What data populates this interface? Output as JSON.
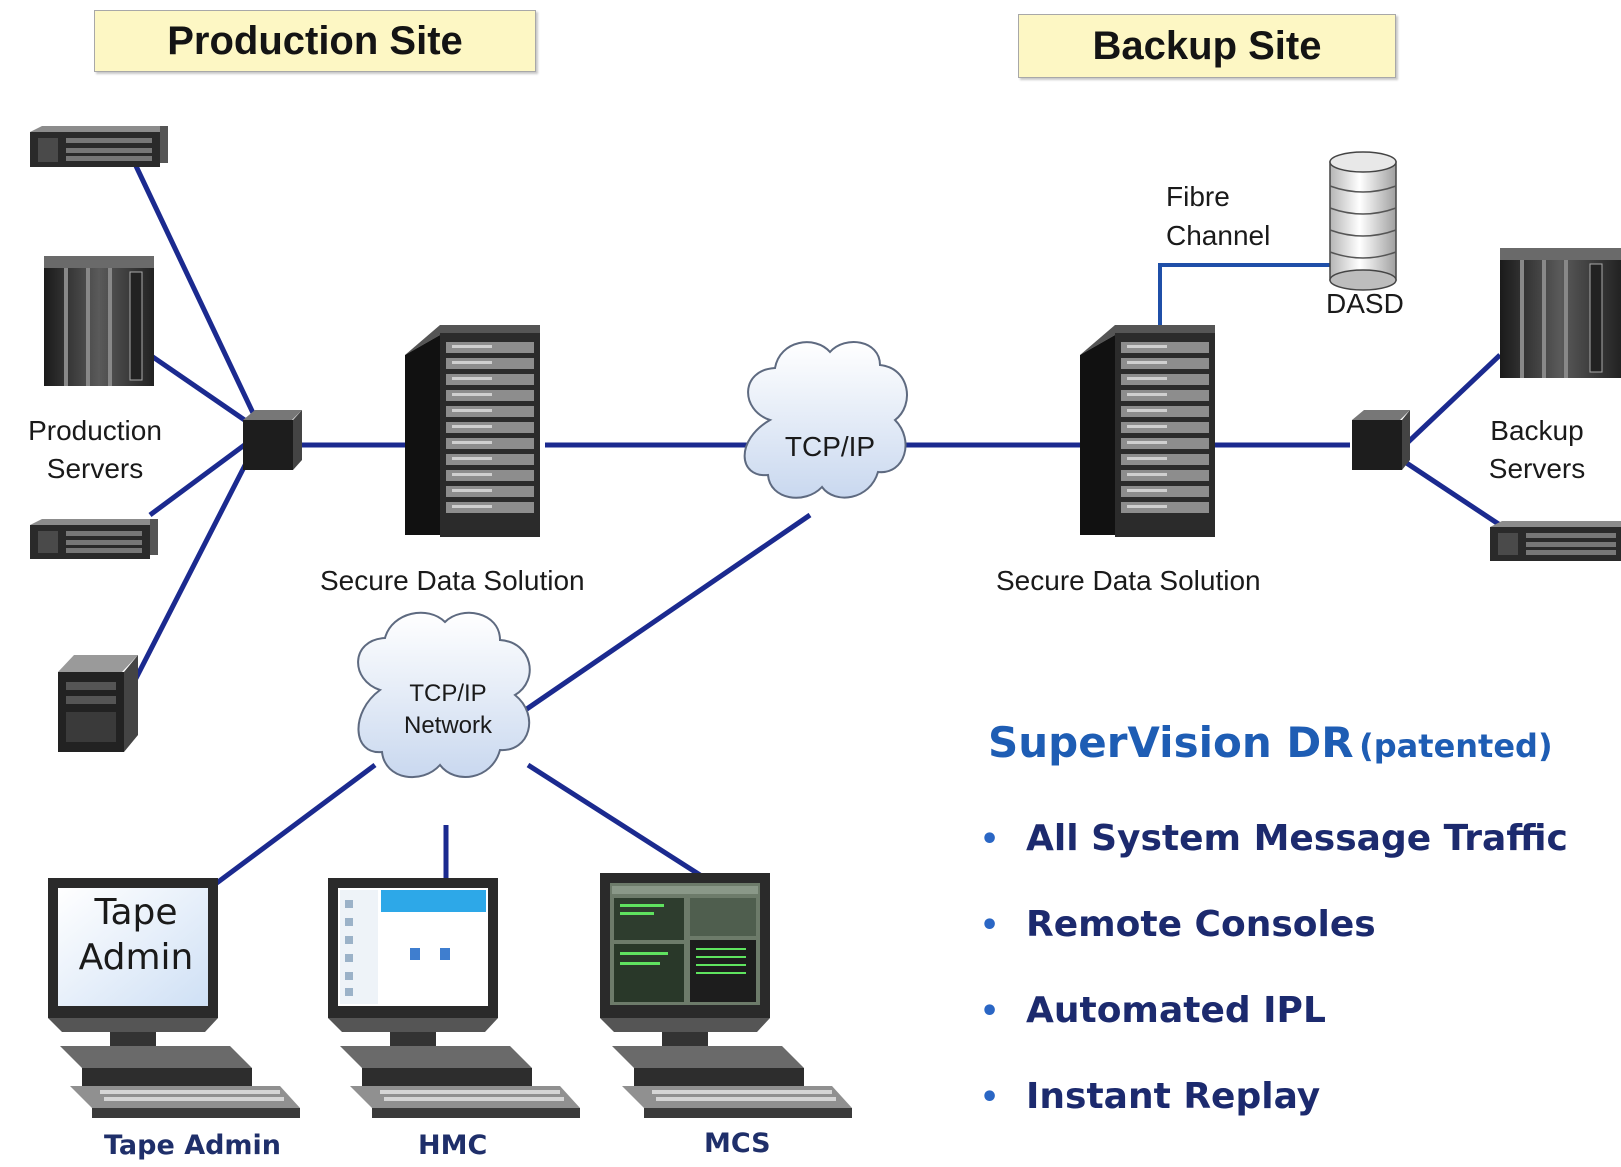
{
  "sites": {
    "production_label": "Production Site",
    "backup_label": "Backup Site"
  },
  "labels": {
    "production_servers": "Production Servers",
    "backup_servers": "Backup Servers",
    "secure_data_left": "Secure Data Solution",
    "secure_data_right": "Secure Data Solution",
    "fibre_channel": "Fibre Channel",
    "dasd": "DASD",
    "tcpip_cloud": "TCP/IP",
    "network_cloud": "TCP/IP Network"
  },
  "workstations": [
    {
      "caption": "Tape Admin",
      "screen_text": "Tape Admin"
    },
    {
      "caption": "HMC"
    },
    {
      "caption": "MCS"
    }
  ],
  "supervision": {
    "title": "SuperVision DR",
    "subtitle": "(patented)",
    "features": [
      "All System Message Traffic",
      "Remote Consoles",
      "Automated IPL",
      "Instant Replay"
    ]
  },
  "colors": {
    "link_line": "#1b2a8f",
    "fibre_line": "#1f4fa8",
    "site_box": "#fdf7c4",
    "title": "#1e5db4",
    "bullet_text": "#1c2a6e"
  }
}
